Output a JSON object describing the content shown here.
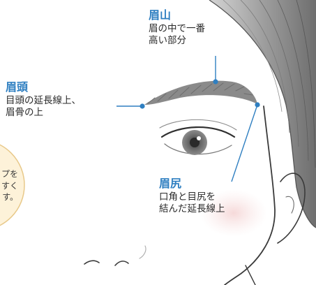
{
  "labels": {
    "peak": {
      "title": "眉山",
      "lines": [
        "眉の中で一番",
        "高い部分"
      ]
    },
    "head": {
      "title": "眉頭",
      "lines": [
        "目頭の延長線上、",
        "眉骨の上"
      ]
    },
    "tail": {
      "title": "眉尻",
      "lines": [
        "口角と目尻を",
        "結んだ延長線上"
      ]
    }
  },
  "tip_box": {
    "lines": [
      "プを",
      "すく",
      "す。"
    ]
  },
  "colors": {
    "title": "#2f7fc1",
    "text": "#2a2a2a",
    "leader": "#2f7fc1",
    "tip_box_fill": "#fdf2d9",
    "tip_box_border": "#e8c98a",
    "hair": "#8c8c8c",
    "eyebrow": "#8a8a8a",
    "iris": "#6b6b6b",
    "blush": "#f6dede"
  },
  "icons": [
    "face-illustration",
    "leader-dot"
  ]
}
